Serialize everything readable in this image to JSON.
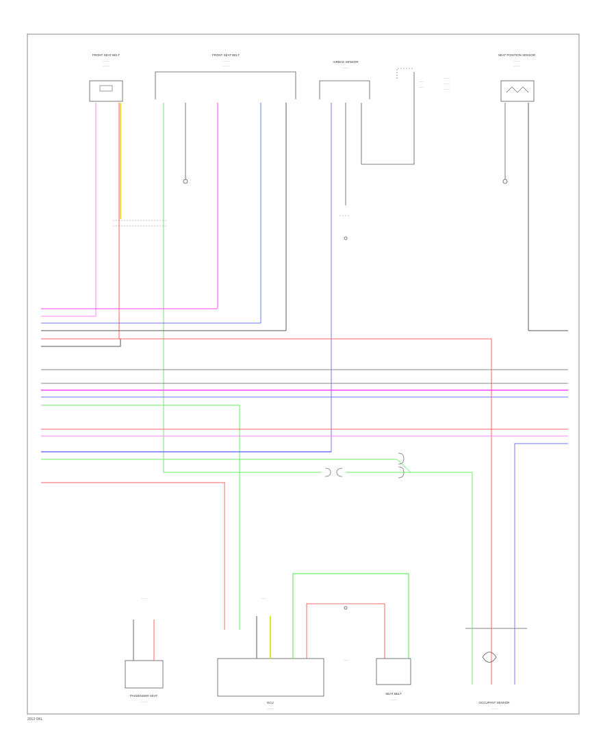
{
  "footer_text": "2012 OKL",
  "colors": {
    "pink": "#ff80ff",
    "yellow": "#dddd00",
    "red": "#ff6060",
    "green": "#66ee66",
    "blue": "#7070ff",
    "gray": "#777777",
    "magenta": "#ff40ff",
    "black": "#333333"
  },
  "components": {
    "top_left_module": "FRONT SEAT BELT",
    "top_mid_module": "FRONT SEAT BELT",
    "top_center_module": "AIRBAG SENSOR",
    "top_right_module": "SEAT POSITION SENSOR",
    "bottom_left_module": "PASSENGER SEAT",
    "bottom_mid_module": "ECU",
    "bottom_mid_right": "SEAT BELT",
    "bottom_right_module": "OCCUPANT SENSOR"
  }
}
